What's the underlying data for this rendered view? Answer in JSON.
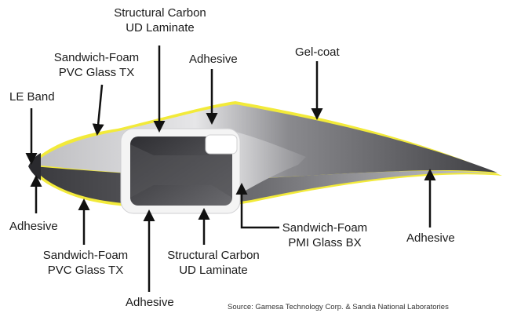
{
  "labels": {
    "structural_carbon_top": [
      "Structural Carbon",
      "UD Laminate"
    ],
    "adhesive_top": "Adhesive",
    "gel_coat": "Gel-coat",
    "sandwich_foam_top": [
      "Sandwich-Foam",
      "PVC Glass TX"
    ],
    "le_band": "LE Band",
    "adhesive_left": "Adhesive",
    "sandwich_foam_bottom": [
      "Sandwich-Foam",
      "PVC Glass TX"
    ],
    "adhesive_bottom": "Adhesive",
    "structural_carbon_bottom": [
      "Structural Carbon",
      "UD Laminate"
    ],
    "sandwich_foam_pmi": [
      "Sandwich-Foam",
      "PMI Glass BX"
    ],
    "adhesive_right": "Adhesive"
  },
  "source": "Source: Gamesa Technology Corp. & Sandia National Laboratories",
  "colors": {
    "shell_dark": "#5a5a5e",
    "shell_light": "#d2d2d4",
    "adhesive_yellow": "#f2ea3a",
    "spar_white": "#f4f4f4",
    "arrow": "#111111"
  }
}
